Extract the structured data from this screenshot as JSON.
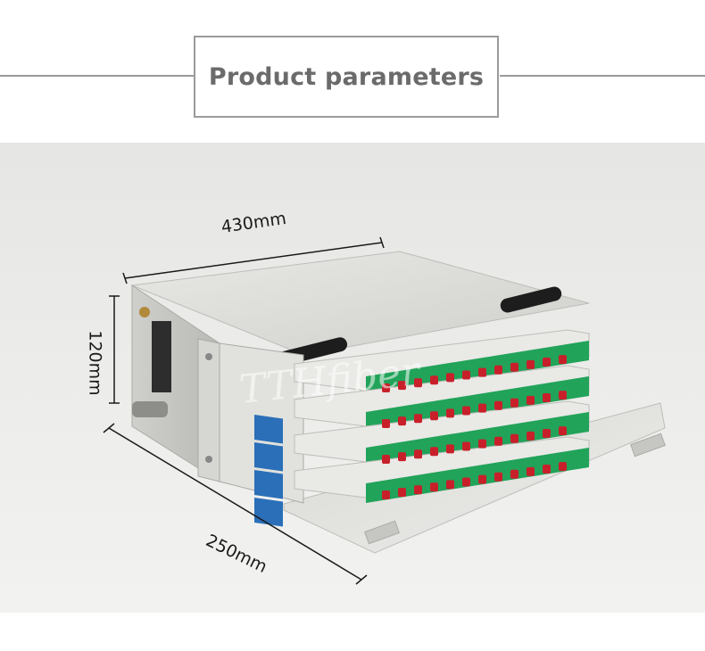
{
  "header": {
    "title": "Product parameters"
  },
  "photo": {
    "dimensions": {
      "width": "430mm",
      "height": "120mm",
      "depth": "250mm"
    },
    "watermark": "TTHfiber"
  },
  "colors": {
    "background_band": "#e9e9e7",
    "chassis": "#dcdcd8",
    "tray_green": "#22a35a",
    "adapter_red": "#c8202a",
    "cable_guide_blue": "#2a6fb8",
    "rule_gray": "#9a9a9a"
  }
}
